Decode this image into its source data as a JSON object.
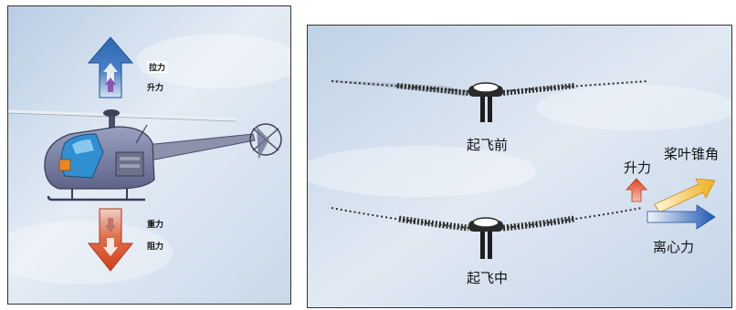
{
  "left_panel": {
    "up_forces": {
      "tension": "拉力",
      "lift": "升力"
    },
    "down_forces": {
      "weight": "重力",
      "drag": "阻力"
    }
  },
  "right_panel": {
    "before_takeoff": "起飞前",
    "in_takeoff": "起飞中",
    "vector_labels": {
      "lift": "升力",
      "coning_angle": "桨叶锥角",
      "centrifugal_force": "离心力"
    }
  },
  "colors": {
    "sky": "#cfdcec",
    "up_arrow": "#1d5fae",
    "down_arrow": "#d94a22",
    "lift_arrow": "#e34d2b",
    "coning_arrow": "#f0b52a",
    "centrifugal_arrow": "#2a62b8"
  }
}
